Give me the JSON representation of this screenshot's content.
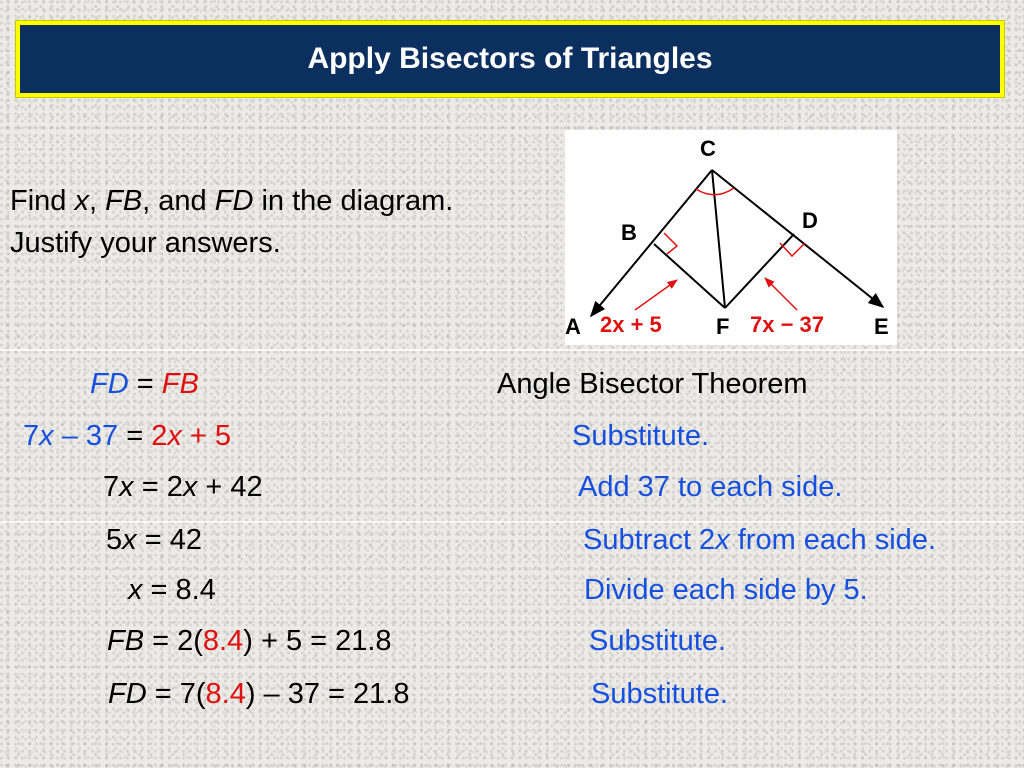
{
  "title": "Apply Bisectors of Triangles",
  "prompt": {
    "find": "Find ",
    "x": "x",
    "comma1": ", ",
    "fb": "FB",
    "and": ", and ",
    "fd": "FD",
    "rest": " in the diagram.",
    "line2": "Justify your answers."
  },
  "diagram": {
    "vertex_labels": [
      "C",
      "B",
      "D",
      "A",
      "F",
      "E"
    ],
    "expr_left": "2x + 5",
    "expr_right": "7x − 37",
    "colors": {
      "line": "#000000",
      "accent": "#e01010"
    }
  },
  "steps": [
    {
      "parts": [
        {
          "t": "FD",
          "c": "blue",
          "i": true
        },
        {
          "t": " = ",
          "c": "black",
          "i": false
        },
        {
          "t": "FB",
          "c": "red",
          "i": true
        }
      ],
      "reason": "Angle Bisector Theorem",
      "reason_color": "black"
    },
    {
      "parts": [
        {
          "t": "7",
          "c": "blue",
          "i": false
        },
        {
          "t": "x",
          "c": "blue",
          "i": true
        },
        {
          "t": " – 37",
          "c": "blue",
          "i": false
        },
        {
          "t": " = ",
          "c": "black",
          "i": false
        },
        {
          "t": "2",
          "c": "red",
          "i": false
        },
        {
          "t": "x",
          "c": "red",
          "i": true
        },
        {
          "t": " + 5",
          "c": "red",
          "i": false
        }
      ],
      "reason": "Substitute.",
      "reason_color": "blue"
    },
    {
      "parts": [
        {
          "t": "7",
          "c": "black",
          "i": false
        },
        {
          "t": "x",
          "c": "black",
          "i": true
        },
        {
          "t": " = 2",
          "c": "black",
          "i": false
        },
        {
          "t": "x",
          "c": "black",
          "i": true
        },
        {
          "t": " + 42",
          "c": "black",
          "i": false
        }
      ],
      "reason": "Add 37 to each side.",
      "reason_color": "blue"
    },
    {
      "parts": [
        {
          "t": "5",
          "c": "black",
          "i": false
        },
        {
          "t": "x",
          "c": "black",
          "i": true
        },
        {
          "t": " = 42",
          "c": "black",
          "i": false
        }
      ],
      "reason_parts": [
        {
          "t": "Subtract 2",
          "i": false
        },
        {
          "t": "x",
          "i": true
        },
        {
          "t": " from each side.",
          "i": false
        }
      ],
      "reason_color": "blue"
    },
    {
      "parts": [
        {
          "t": "x",
          "c": "black",
          "i": true
        },
        {
          "t": " = 8.4",
          "c": "black",
          "i": false
        }
      ],
      "reason": "Divide each side by 5.",
      "reason_color": "blue"
    },
    {
      "parts": [
        {
          "t": "FB",
          "c": "black",
          "i": true
        },
        {
          "t": " = 2(",
          "c": "black",
          "i": false
        },
        {
          "t": "8.4",
          "c": "red",
          "i": false
        },
        {
          "t": ") + 5 = 21.8",
          "c": "black",
          "i": false
        }
      ],
      "reason": "Substitute.",
      "reason_color": "blue"
    },
    {
      "parts": [
        {
          "t": "FD",
          "c": "black",
          "i": true
        },
        {
          "t": " = 7(",
          "c": "black",
          "i": false
        },
        {
          "t": "8.4",
          "c": "red",
          "i": false
        },
        {
          "t": ") – 37 = 21.8",
          "c": "black",
          "i": false
        }
      ],
      "reason": "Substitute.",
      "reason_color": "blue"
    }
  ]
}
